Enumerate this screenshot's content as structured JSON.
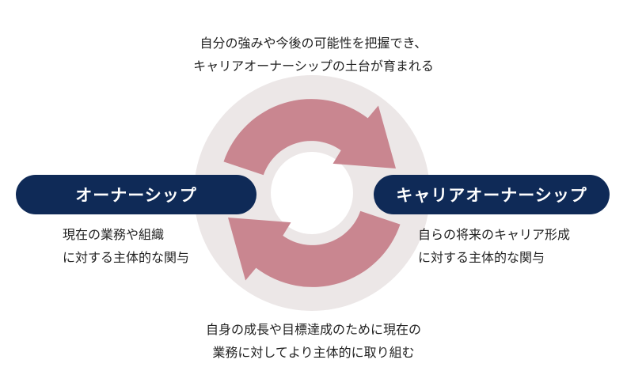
{
  "diagram": {
    "left_box": {
      "label": "オーナーシップ"
    },
    "right_box": {
      "label": "キャリアオーナーシップ"
    },
    "top_caption": [
      "自分の強みや今後の可能性を把握でき、",
      "キャリアオーナーシップの土台が育まれる"
    ],
    "bottom_caption": [
      "自身の成長や目標達成のために現在の",
      "業務に対してより主体的に取り組む"
    ],
    "left_caption": [
      "現在の業務や組織",
      "に対する主体的な関与"
    ],
    "right_caption": [
      "自らの将来のキャリア形成",
      "に対する主体的な関与"
    ],
    "colors": {
      "box": "#0f2a57",
      "box_text": "#ffffff",
      "ring": "#ece7e7",
      "arrow": "#c98690",
      "text": "#222222"
    }
  }
}
